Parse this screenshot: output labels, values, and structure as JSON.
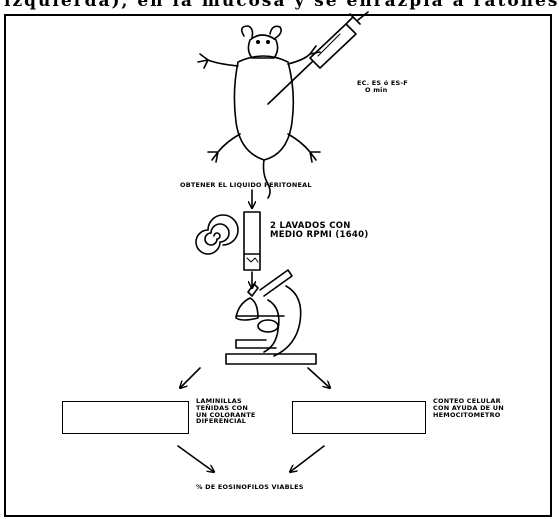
{
  "header_text": "izquierda), en la mucosa y se enrazpla a ratones de",
  "injection_label": {
    "line1": "EC. ES ó ES-F",
    "line2": "O min"
  },
  "step_obtain": "OBTENER EL LIQUIDO PERITONEAL",
  "step_wash": {
    "line1": "2 LAVADOS CON",
    "line2": "MEDIO RPMI (1640)"
  },
  "left_result": {
    "line1": "LAMINILLAS",
    "line2": "TEÑIDAS CON",
    "line3": "UN COLORANTE",
    "line4": "DIFERENCIAL"
  },
  "right_result": {
    "line1": "CONTEO CELULAR",
    "line2": "CON AYUDA DE UN",
    "line3": "HEMOCITOMETRO"
  },
  "final_step": "% DE EOSINOFILOS VIABLES"
}
